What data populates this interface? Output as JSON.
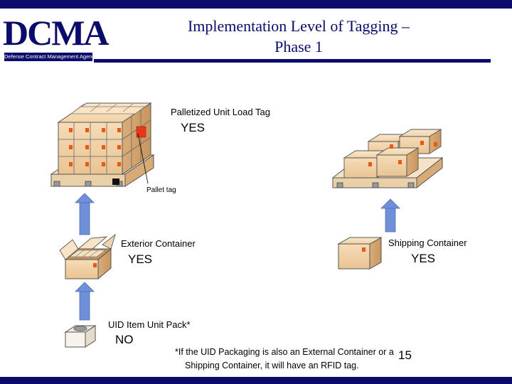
{
  "header": {
    "logo_text": "DCMA",
    "logo_subtitle": "Defense Contract Management Agency",
    "title_line1": "Implementation Level of Tagging –",
    "title_line2": "Phase 1"
  },
  "pallet_unit_load": {
    "label": "Palletized Unit Load Tag",
    "answer": "YES",
    "pallet_tag_label": "Pallet tag"
  },
  "exterior_container": {
    "label": "Exterior Container",
    "answer": "YES"
  },
  "shipping_container": {
    "label": "Shipping Container",
    "answer": "YES"
  },
  "uid_item_unit_pack": {
    "label": "UID Item Unit Pack*",
    "answer": "NO"
  },
  "footnote": {
    "line1": "*If the UID Packaging is also an External Container or a",
    "line2": "Shipping Container, it will have an RFID tag."
  },
  "page_number": "15",
  "colors": {
    "brand_navy": "#0b0b6b",
    "box_fill": "#f3d9b5",
    "tag_orange": "#e85a10",
    "arrow_blue": "#6f8fd8"
  }
}
